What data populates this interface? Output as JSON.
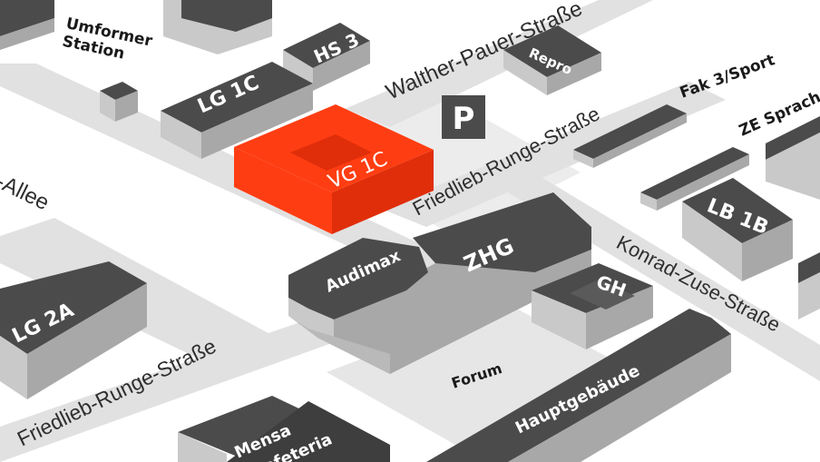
{
  "colors": {
    "background": "#ffffff",
    "road": "#e1e1e1",
    "ground": "#ececec",
    "roof": "#4b4b4b",
    "wall_light": "#c9c9c9",
    "wall_dark": "#a8a8a8",
    "highlight": "#ff3d12",
    "highlight_side": "#e02e0a",
    "highlight_text": "#ffd6c8",
    "parking_bg": "#4b4b4b"
  },
  "streets": {
    "walther_pauer": "Walther-Pauer-Straße",
    "friedlieb_runge_upper": "Friedlieb-Runge-Straße",
    "friedlieb_runge_lower": "Friedlieb-Runge-Straße",
    "konrad_zuse": "Konrad-Zuse-Straße",
    "allee": "-Allee"
  },
  "buildings": {
    "umformer_station": "Umformer\nStation",
    "lg1c": "LG 1C",
    "hs3": "HS 3",
    "repro": "Repro",
    "vg1c": "VG 1C",
    "fak3_sport": "Fak 3/Sport",
    "ze_sprach": "ZE Sprach",
    "lb1b": "LB 1B",
    "audimax": "Audimax",
    "zhg": "ZHG",
    "gh": "GH",
    "lg2a": "LG 2A",
    "forum": "Forum",
    "hauptgebaeude": "Hauptgebäude",
    "mensa": "Mensa",
    "cafeteria": "Cafeteria"
  },
  "parking": {
    "label": "P"
  }
}
